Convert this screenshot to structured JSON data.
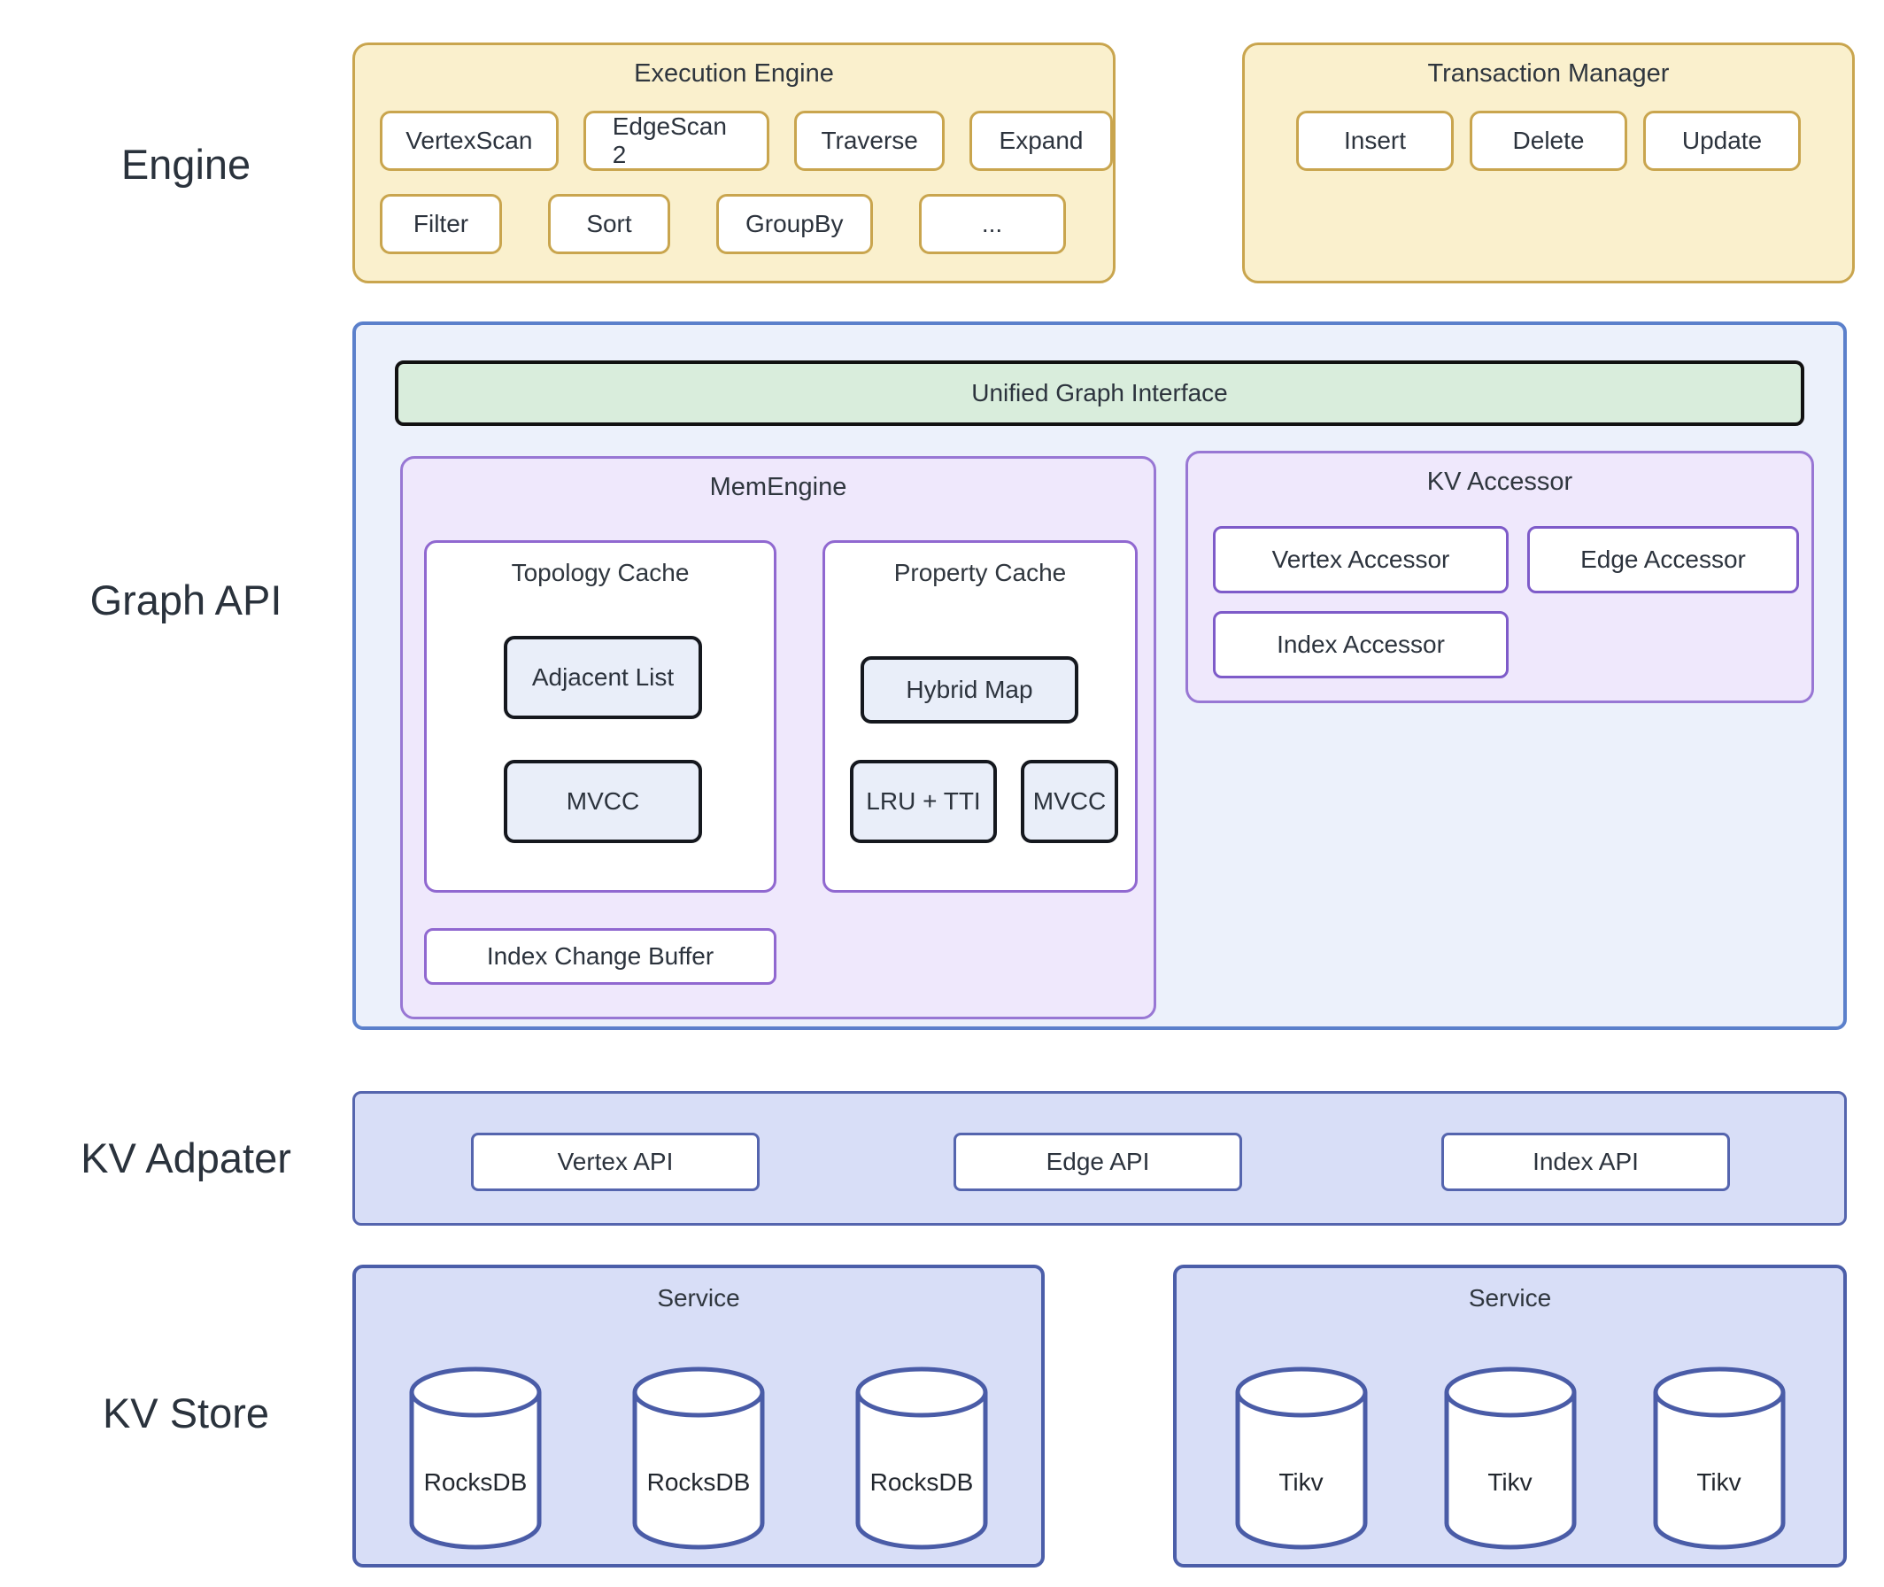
{
  "layer_labels": {
    "engine": "Engine",
    "graph_api": "Graph API",
    "kv_adapter": "KV Adpater",
    "kv_store": "KV Store"
  },
  "execution_engine": {
    "title": "Execution Engine",
    "row1": [
      "VertexScan",
      "EdgeScan 2",
      "Traverse",
      "Expand"
    ],
    "row2": [
      "Filter",
      "Sort",
      "GroupBy",
      "..."
    ]
  },
  "transaction_manager": {
    "title": "Transaction Manager",
    "ops": [
      "Insert",
      "Delete",
      "Update"
    ]
  },
  "graph_api": {
    "unified_graph_interface": "Unified Graph Interface",
    "mem_engine": {
      "title": "MemEngine",
      "topology_cache": {
        "title": "Topology Cache",
        "items": [
          "Adjacent List",
          "MVCC"
        ]
      },
      "property_cache": {
        "title": "Property Cache",
        "hybrid_map": "Hybrid Map",
        "lru_tti": "LRU + TTI",
        "mvcc": "MVCC"
      },
      "index_change_buffer": "Index Change Buffer"
    },
    "kv_accessor": {
      "title": "KV Accessor",
      "items": [
        "Vertex Accessor",
        "Edge Accessor",
        "Index Accessor"
      ]
    }
  },
  "kv_adapter": {
    "apis": [
      "Vertex API",
      "Edge API",
      "Index API"
    ]
  },
  "kv_store": {
    "services": [
      {
        "title": "Service",
        "nodes": [
          "RocksDB",
          "RocksDB",
          "RocksDB"
        ]
      },
      {
        "title": "Service",
        "nodes": [
          "Tikv",
          "Tikv",
          "Tikv"
        ]
      }
    ]
  },
  "colors": {
    "yellow_fill": "#FAF0CD",
    "yellow_border": "#C9A54E",
    "blue_panel_fill": "#ECF1FB",
    "blue_panel_border": "#5B80CB",
    "green_fill": "#D9EDDC",
    "black_border": "#111111",
    "purple_fill": "#EFE8FC",
    "purple_border": "#9877D4",
    "purple_border_strong": "#7E5BC9",
    "slate_chip_fill": "#E9EEF9",
    "periwinkle_fill": "#D8DEF7",
    "periwinkle_border": "#5565AE",
    "service_border": "#4B5EA9",
    "cylinder_stroke": "#4A5CA7",
    "text": "#2C333D"
  }
}
